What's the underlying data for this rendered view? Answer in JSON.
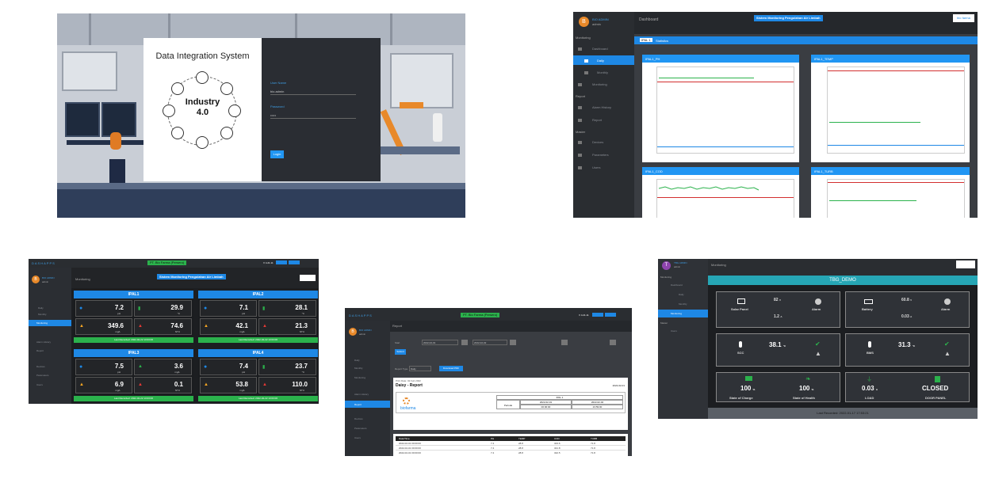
{
  "shot1": {
    "title": "Data Integration System",
    "center_line1": "Industry",
    "center_line2": "4.0",
    "user_label": "User Name",
    "user_value": "bio.admin",
    "password_label": "Password",
    "password_value": "•••••",
    "login_label": "Login"
  },
  "shot2": {
    "user_name": "BIO ADMIN",
    "user_role": "admin",
    "avatar_letter": "B",
    "page_title": "Dashboard",
    "banner": "Sistem Monitoring Pengolahan Air Limbah",
    "logo": "bio farma",
    "section_monitoring": "Monitoring",
    "nav_dashboard": "Dashboard",
    "nav_daily": "Daily",
    "nav_monthly": "Monthly",
    "nav_monitoring": "Monitoring",
    "section_report": "Report",
    "nav_alarm_history": "Alarm History",
    "nav_report": "Report",
    "section_master": "Master",
    "nav_devices": "Devices",
    "nav_parameters": "Parameters",
    "nav_users": "Users",
    "tab_badge": "IPAL 1",
    "tab_text": "Statistics",
    "charts": [
      "IPAL1_PH",
      "IPAL1_TEMP",
      "IPAL1_COD",
      "IPAL1_TURB"
    ]
  },
  "shot3": {
    "brand": "DASHAPPS",
    "plant_badge": "PT. Bio Farma (Persero)",
    "version": "V 4.21.11",
    "user_name": "BIO ADMIN",
    "user_role": "admin",
    "avatar_letter": "B",
    "page_title": "Monitoring",
    "banner": "Sistem Monitoring Pengolahan Air Limbah",
    "nav_daily": "Daily",
    "nav_monthly": "Monthly",
    "nav_monitoring": "Monitoring",
    "nav_alarm_history": "Alarm History",
    "nav_report": "Report",
    "nav_devices": "Devices",
    "nav_parameters": "Parameters",
    "nav_users": "Users",
    "panels": [
      {
        "title": "IPAL1",
        "ph": "7.2",
        "ph_u": "pH",
        "temp": "29.9",
        "temp_u": "°C",
        "cod": "349.6",
        "cod_u": "mg/L",
        "turb": "74.6",
        "turb_u": "NTU",
        "footer": "Last Recorded: 2022-02-22 13:03:06"
      },
      {
        "title": "IPAL2",
        "ph": "7.1",
        "ph_u": "pH",
        "temp": "28.1",
        "temp_u": "°C",
        "cod": "42.1",
        "cod_u": "mg/L",
        "turb": "21.3",
        "turb_u": "NTU",
        "footer": "Last Recorded: 2022-02-22 13:03:06"
      },
      {
        "title": "IPAL3",
        "ph": "7.5",
        "ph_u": "pH",
        "temp": "3.6",
        "temp_u": "mg/L",
        "cod": "6.9",
        "cod_u": "mg/L",
        "turb": "0.1",
        "turb_u": "NTU",
        "footer": "Last Recorded: 2022-02-22 13:03:06"
      },
      {
        "title": "IPAL4",
        "ph": "7.4",
        "ph_u": "pH",
        "temp": "23.7",
        "temp_u": "°C",
        "cod": "53.8",
        "cod_u": "mg/L",
        "turb": "110.0",
        "turb_u": "NTU",
        "footer": "Last Recorded: 2022-02-22 13:03:06"
      }
    ]
  },
  "shot4": {
    "brand": "DASHAPPS",
    "plant_badge": "PT. Bio Farma (Persero)",
    "version": "V 4.21.11",
    "user_name": "BIO ADMIN",
    "user_role": "admin",
    "avatar_letter": "B",
    "page_title": "Report",
    "start_label": "Start",
    "start_value": "2022-02-01",
    "end_value": "2022-02-02",
    "submit": "Submit",
    "report_type_label": "Report Type",
    "report_type_value": "Daily",
    "download": "Download PDF",
    "print_date": "Print Date: 02 Feb 2022",
    "report_title": "Daisy - Report",
    "report_date": "2022-02-01",
    "logo": "biofarma",
    "table_head": "IPAL 1",
    "period_label": "Periode",
    "period_start": "2022-02-01",
    "period_end": "2022-02-02",
    "time_start": "00:00:00",
    "time_end": "23:59:00",
    "cols": [
      "Date/Time",
      "PH",
      "TEMP",
      "COD",
      "TURB"
    ],
    "rows": [
      [
        "2022-02-01 00:00:00",
        "7.4",
        "28.8",
        "323.6",
        "71.8"
      ],
      [
        "2022-02-01 00:00:00",
        "7.4",
        "28.8",
        "321.8",
        "71.8"
      ],
      [
        "2022-02-01 00:00:00",
        "7.4",
        "28.8",
        "322.5",
        "71.8"
      ]
    ],
    "nav_daily": "Daily",
    "nav_monthly": "Monthly",
    "nav_monitoring": "Monitoring",
    "nav_alarm_history": "Alarm History",
    "nav_report": "Report",
    "nav_devices": "Devices",
    "nav_parameters": "Parameters",
    "nav_users": "Users"
  },
  "shot5": {
    "user_name": "TBG ADMIN",
    "user_role": "admin",
    "avatar_letter": "T",
    "page_title": "Monitoring",
    "section_monitoring": "Monitoring",
    "nav_dashboard": "Dashboard",
    "nav_daily": "Daily",
    "nav_monthly": "Monthly",
    "nav_monitoring": "Monitoring",
    "section_master": "Master",
    "nav_users": "Users",
    "header": "TBG_DEMO",
    "solar_v": "82",
    "solar_v_u": "V",
    "solar_a": "1.2",
    "solar_a_u": "A",
    "solar_label": "Solar Panel",
    "alarm1": "Alarm",
    "battery_v": "60.8",
    "battery_v_u": "V",
    "battery_a": "0.03",
    "battery_a_u": "A",
    "battery_label": "Battery",
    "alarm2": "Alarm",
    "scc_temp": "38.1",
    "scc_u": "°C",
    "scc_label": "SCC",
    "bms_temp": "31.3",
    "bms_u": "°C",
    "bms_label": "BMS",
    "soc": "100",
    "soc_u": "%",
    "soc_label": "State of Charge",
    "soh": "100",
    "soh_u": "%",
    "soh_label": "State of Health",
    "load": "0.03",
    "load_u": "A",
    "load_label": "LOAD",
    "door": "CLOSED",
    "door_label": "DOOR PANEL",
    "footer": "Last Recorded: 2022-01-17 17:53:21"
  }
}
